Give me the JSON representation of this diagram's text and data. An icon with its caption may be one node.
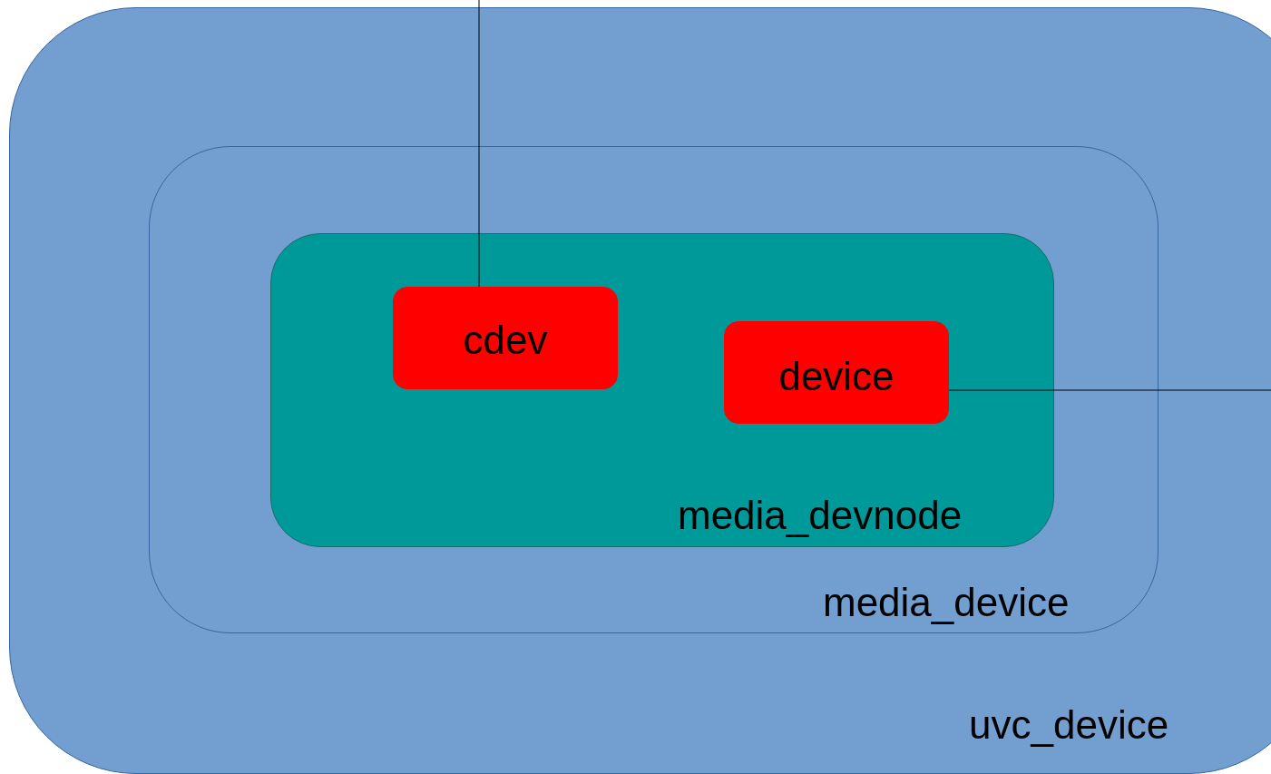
{
  "diagram": {
    "nodes": [
      {
        "text": [
          "uvc_device"
        ]
      },
      {
        "text": [
          "media_device"
        ],
        "in": 0
      },
      {
        "text": [
          "media_devnode"
        ],
        "in": 1
      },
      {
        "text": [
          "cdev"
        ],
        "in": 2
      },
      {
        "text": [
          "device"
        ],
        "in": 2
      }
    ],
    "edges": [
      {
        "from": 3,
        "to": null,
        "arrow": "none"
      },
      {
        "from": 4,
        "to": null,
        "arrow": "none"
      }
    ]
  }
}
